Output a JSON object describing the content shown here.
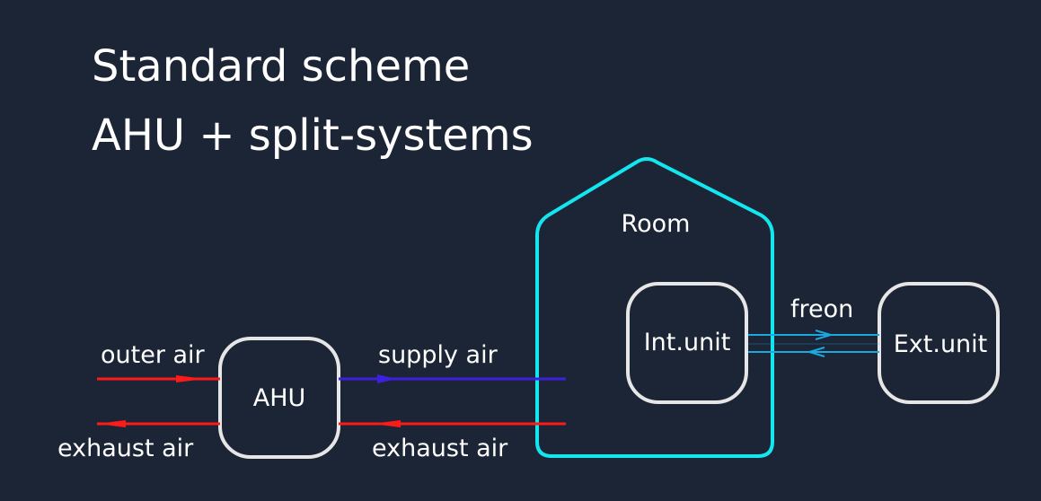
{
  "title": {
    "line1": "Standard scheme",
    "line2": "AHU + split-systems"
  },
  "nodes": {
    "ahu": "AHU",
    "room": "Room",
    "int_unit": "Int.unit",
    "ext_unit": "Ext.unit"
  },
  "flows": {
    "outer_air": "outer air",
    "exhaust_air_left": "exhaust air",
    "supply_air": "supply air",
    "exhaust_air_right": "exhaust air",
    "freon": "freon"
  },
  "colors": {
    "background": "#1c2535",
    "box_stroke": "#e6e6e6",
    "room_stroke": "#14e6f0",
    "outer_exhaust_arrow": "#ff1a1a",
    "supply_arrow": "#3d1fe0",
    "freon_arrow": "#1aa8e0"
  }
}
